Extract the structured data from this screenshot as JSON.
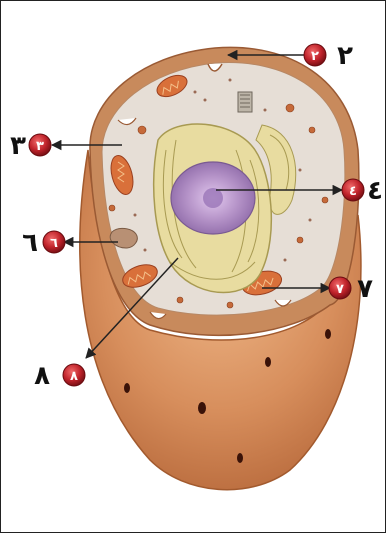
{
  "labels": [
    {
      "id": "label-2",
      "badge": "٢",
      "text": "٢"
    },
    {
      "id": "label-3",
      "badge": "٣",
      "text": "٣"
    },
    {
      "id": "label-4",
      "badge": "٤",
      "text": "٤"
    },
    {
      "id": "label-6",
      "badge": "٦",
      "text": "٦"
    },
    {
      "id": "label-7",
      "badge": "٧",
      "text": "٧"
    },
    {
      "id": "label-8",
      "badge": "٨",
      "text": "٨"
    }
  ],
  "colors": {
    "badge": "#c0232b",
    "arrow": "#222222",
    "cytoplasm": "#e6ded6",
    "membrane": "#c88a5c",
    "cell_body": "#d78e5c",
    "nucleus": "#b593c8",
    "er": "#e8dca0"
  }
}
